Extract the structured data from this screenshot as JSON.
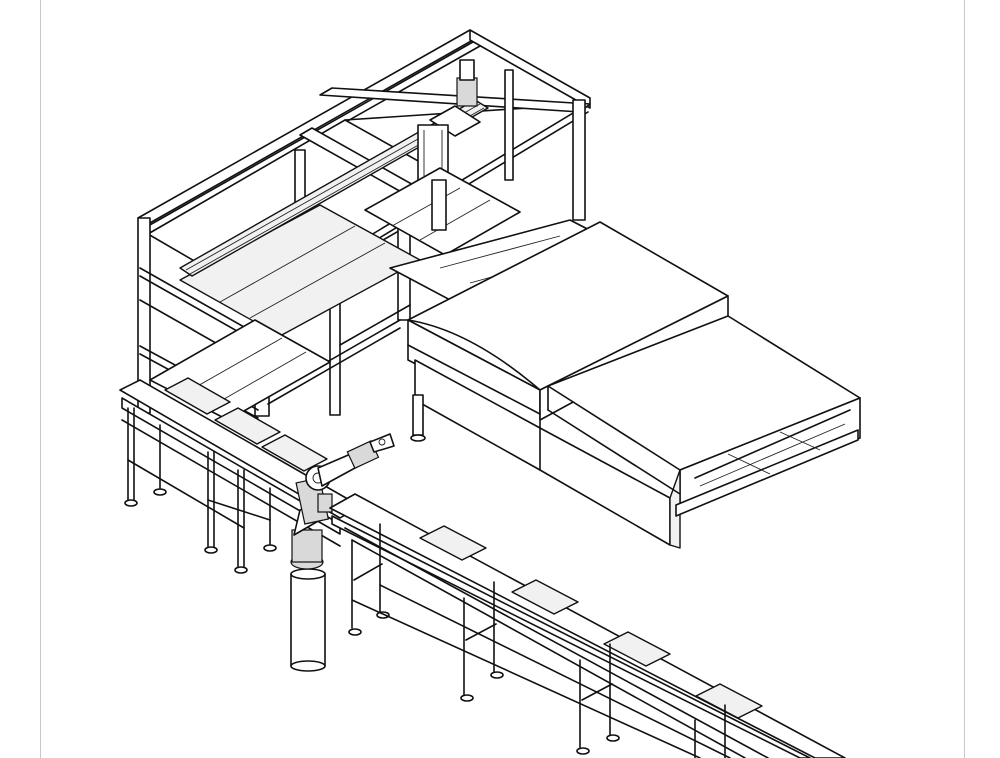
{
  "drawing": {
    "style": "isometric line drawing",
    "line_color": "#111111",
    "background": "#ffffff",
    "components": [
      {
        "name": "gantry-frame"
      },
      {
        "name": "linear-axis-carriage"
      },
      {
        "name": "oven-tunnel"
      },
      {
        "name": "feed-conveyor"
      },
      {
        "name": "industrial-robot-arm"
      },
      {
        "name": "robot-pedestal"
      },
      {
        "name": "long-output-conveyor"
      }
    ]
  }
}
